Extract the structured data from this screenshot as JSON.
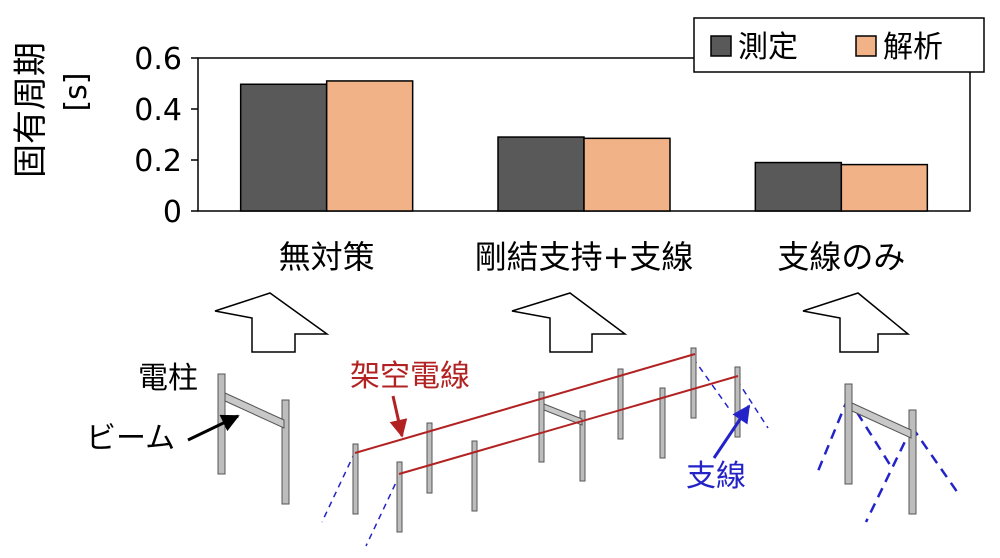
{
  "chart_data": {
    "type": "bar",
    "categories": [
      "無対策",
      "剛結支持+支線",
      "支線のみ"
    ],
    "series": [
      {
        "name": "測定",
        "values": [
          0.497,
          0.29,
          0.19
        ]
      },
      {
        "name": "解析",
        "values": [
          0.51,
          0.285,
          0.182
        ]
      }
    ],
    "ylabel_main": "固有周期",
    "ylabel_unit": "[s]",
    "yticks": [
      "0",
      "0.2",
      "0.4",
      "0.6"
    ],
    "ylim": [
      0,
      0.6
    ],
    "grid": false,
    "legend_position": "top-right"
  },
  "colors": {
    "measured": "#595959",
    "analysis": "#f0b286",
    "overhead_wire": "#b22222",
    "guy_wire": "#2323c8",
    "pole": "#bdbdbd"
  },
  "diagram": {
    "pole_label": "電柱",
    "beam_label": "ビーム",
    "overhead_wire_label": "架空電線",
    "guy_wire_label": "支線"
  }
}
